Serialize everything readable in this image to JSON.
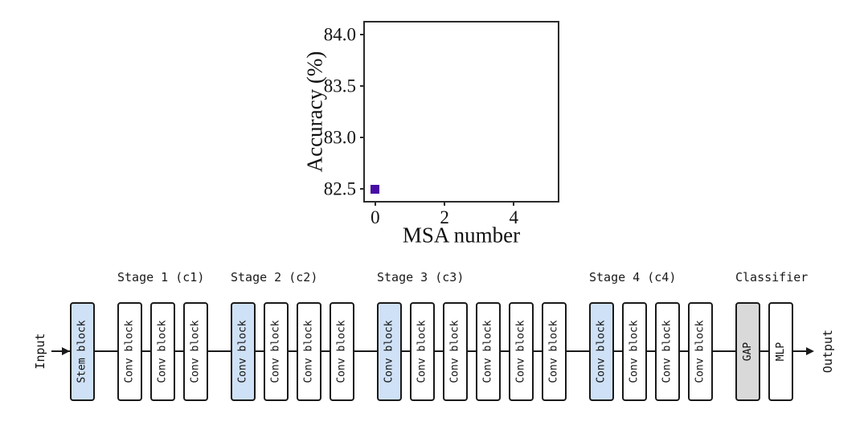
{
  "chart_data": {
    "type": "scatter",
    "title": "",
    "xlabel": "MSA number",
    "ylabel": "Accuracy (%)",
    "xlim": [
      -0.3,
      5.27
    ],
    "ylim": [
      82.38,
      84.12
    ],
    "xticks": [
      {
        "v": 0,
        "label": "0"
      },
      {
        "v": 2,
        "label": "2"
      },
      {
        "v": 4,
        "label": "4"
      }
    ],
    "yticks": [
      {
        "v": 82.5,
        "label": "82.5"
      },
      {
        "v": 83.0,
        "label": "83.0"
      },
      {
        "v": 83.5,
        "label": "83.5"
      },
      {
        "v": 84.0,
        "label": "84.0"
      }
    ],
    "points": [
      {
        "x": 0,
        "y": 82.49
      }
    ],
    "marker": "square",
    "marker_color": "#470da4",
    "grid": false,
    "legend": null
  },
  "diagram": {
    "input_label": "Input",
    "output_label": "Output",
    "colors": {
      "highlight": "#cfe1f6",
      "plain": "#ffffff",
      "gray": "#d9d9d9",
      "line": "#1a1a1a"
    },
    "groups": [
      {
        "label": "",
        "blocks": [
          {
            "text": "Stem block",
            "fill": "highlight"
          }
        ]
      },
      {
        "label": "Stage 1 (c1)",
        "blocks": [
          {
            "text": "Conv block",
            "fill": "plain"
          },
          {
            "text": "Conv block",
            "fill": "plain"
          },
          {
            "text": "Conv block",
            "fill": "plain"
          }
        ]
      },
      {
        "label": "Stage 2 (c2)",
        "blocks": [
          {
            "text": "Conv block",
            "fill": "highlight"
          },
          {
            "text": "Conv block",
            "fill": "plain"
          },
          {
            "text": "Conv block",
            "fill": "plain"
          },
          {
            "text": "Conv block",
            "fill": "plain"
          }
        ]
      },
      {
        "label": "Stage 3 (c3)",
        "blocks": [
          {
            "text": "Conv block",
            "fill": "highlight"
          },
          {
            "text": "Conv block",
            "fill": "plain"
          },
          {
            "text": "Conv block",
            "fill": "plain"
          },
          {
            "text": "Conv block",
            "fill": "plain"
          },
          {
            "text": "Conv block",
            "fill": "plain"
          },
          {
            "text": "Conv block",
            "fill": "plain"
          }
        ]
      },
      {
        "label": "Stage 4 (c4)",
        "blocks": [
          {
            "text": "Conv block",
            "fill": "highlight"
          },
          {
            "text": "Conv block",
            "fill": "plain"
          },
          {
            "text": "Conv block",
            "fill": "plain"
          },
          {
            "text": "Conv block",
            "fill": "plain"
          }
        ]
      },
      {
        "label": "Classifier",
        "blocks": [
          {
            "text": "GAP",
            "fill": "gray"
          },
          {
            "text": "MLP",
            "fill": "plain"
          }
        ]
      }
    ]
  }
}
